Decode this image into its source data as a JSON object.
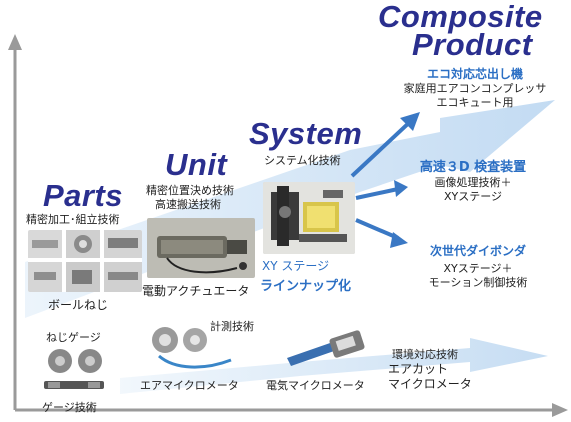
{
  "levels": {
    "composite_line1": "Composite",
    "composite_line2": "Product",
    "system": "System",
    "unit": "Unit",
    "parts": "Parts"
  },
  "composite_items": [
    {
      "title": "エコ対応芯出し機",
      "lines": [
        "家庭用エアコンコンプレッサ",
        "エコキュート用"
      ]
    },
    {
      "title": "高速３D 検査装置",
      "lines": [
        "画像処理技術＋",
        "XYステージ"
      ]
    },
    {
      "title": "次世代ダイボンダ",
      "lines": [
        "XYステージ＋",
        "モーション制御技術"
      ]
    }
  ],
  "system": {
    "tech": "システム化技術",
    "photo_caption": "XY ステージ",
    "lineup": "ラインナップ化"
  },
  "unit": {
    "tech_line1": "精密位置決め技術",
    "tech_line2": "高速搬送技術",
    "photo_caption": "電動アクチュエータ"
  },
  "parts": {
    "tech": "精密加工･組立技術",
    "photo_caption": "ボールねじ"
  },
  "bottom": {
    "gauge_label": "ねじゲージ",
    "gauge_tech": "ゲージ技術",
    "measure_tech": "計測技術",
    "air_micro": "エアマイクロメータ",
    "elec_micro": "電気マイクロメータ",
    "env_tech": "環境対応技術",
    "aircut_line1": "エアカット",
    "aircut_line2": "マイクロメータ"
  },
  "colors": {
    "title_blue": "#2a2f8e",
    "accent_blue": "#2b6fc4",
    "arrow_light": "#cfe3f6",
    "arrow_dark": "#3a78c4",
    "axis": "#9a9a9a"
  }
}
